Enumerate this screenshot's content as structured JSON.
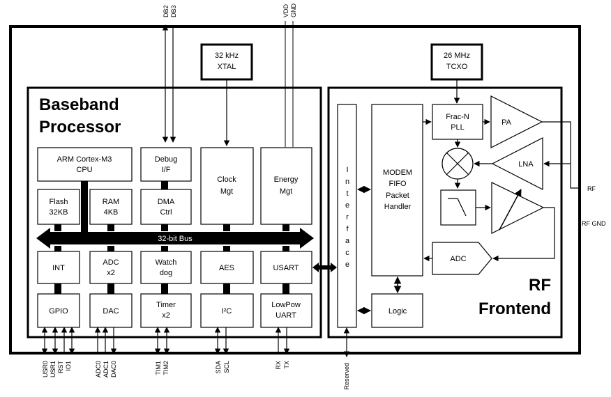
{
  "outer": {
    "baseband_title": [
      "Baseband",
      "Processor"
    ],
    "rf_title": [
      "RF",
      "Frontend"
    ]
  },
  "blocks": {
    "xtal": [
      "32 kHz",
      "XTAL"
    ],
    "tcxo": [
      "26 MHz",
      "TCXO"
    ],
    "cpu": [
      "ARM Cortex-M3",
      "CPU"
    ],
    "debug": [
      "Debug",
      "I/F"
    ],
    "clock": [
      "Clock",
      "Mgt"
    ],
    "energy": [
      "Energy",
      "Mgt"
    ],
    "flash": [
      "Flash",
      "32KB"
    ],
    "ram": [
      "RAM",
      "4KB"
    ],
    "dma": [
      "DMA",
      "Ctrl"
    ],
    "bus": "32-bit Bus",
    "int": "INT",
    "adc_x2": [
      "ADC",
      "x2"
    ],
    "watchdog": [
      "Watch",
      "dog"
    ],
    "aes": "AES",
    "usart": "USART",
    "gpio": "GPIO",
    "dac": "DAC",
    "timer": [
      "Timer",
      "x2"
    ],
    "i2c": "I²C",
    "lowpow": [
      "LowPow",
      "UART"
    ],
    "interface": [
      "I",
      "n",
      "t",
      "e",
      "r",
      "f",
      "a",
      "c",
      "e"
    ],
    "modem": [
      "MODEM",
      "FIFO",
      "Packet",
      "Handler"
    ],
    "logic": "Logic",
    "pll": [
      "Frac-N",
      "PLL"
    ],
    "pa": "PA",
    "lna": "LNA",
    "adc_rf": "ADC"
  },
  "pins": {
    "top": {
      "db": [
        "DB2",
        "DB3"
      ],
      "power": [
        "VDD",
        "GND"
      ]
    },
    "right": {
      "rf": "RF",
      "rf_gnd": "RF GND"
    },
    "bottom": {
      "usr": [
        "USR0",
        "USR1",
        "RST",
        "IO1"
      ],
      "adc": [
        "ADC0",
        "ADC1",
        "DAC0"
      ],
      "tim": [
        "TIM1",
        "TIM2"
      ],
      "i2c": [
        "SDA",
        "SCL"
      ],
      "uart": [
        "RX",
        "TX"
      ],
      "reserved": "Reserved"
    }
  }
}
